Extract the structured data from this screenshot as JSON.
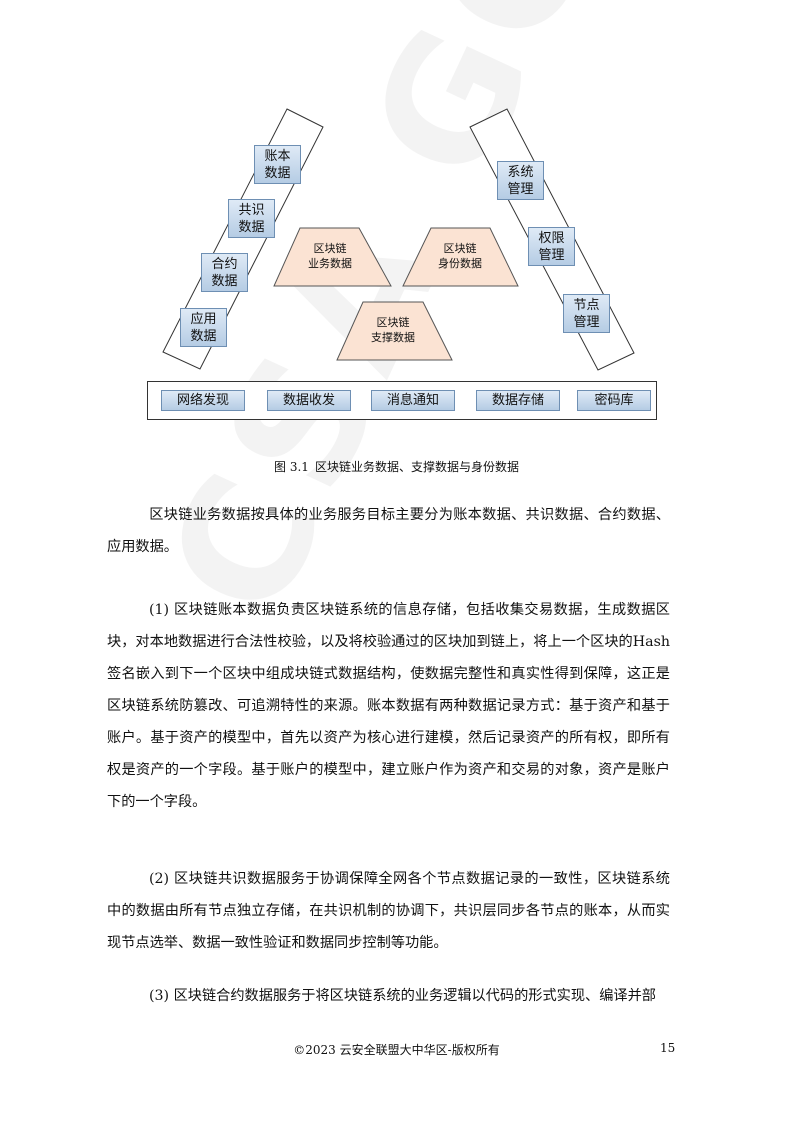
{
  "watermark": "CSA GCR",
  "diagram": {
    "left_group": [
      "账本数据",
      "共识数据",
      "合约数据",
      "应用数据"
    ],
    "right_group": [
      "系统管理",
      "权限管理",
      "节点管理"
    ],
    "center": [
      {
        "line1": "区块链",
        "line2": "业务数据"
      },
      {
        "line1": "区块链",
        "line2": "身份数据"
      },
      {
        "line1": "区块链",
        "line2": "支撑数据"
      }
    ],
    "bottom_bar": [
      "网络发现",
      "数据收发",
      "消息通知",
      "数据存储",
      "密码库"
    ]
  },
  "caption": {
    "number": "图 3.1",
    "text": "区块链业务数据、支撑数据与身份数据"
  },
  "paragraphs": [
    "区块链业务数据按具体的业务服务目标主要分为账本数据、共识数据、合约数据、应用数据。",
    "(1) 区块链账本数据负责区块链系统的信息存储，包括收集交易数据，生成数据区块，对本地数据进行合法性校验，以及将校验通过的区块加到链上，将上一个区块的Hash 签名嵌入到下一个区块中组成块链式数据结构，使数据完整性和真实性得到保障，这正是区块链系统防篡改、可追溯特性的来源。账本数据有两种数据记录方式：基于资产和基于账户。基于资产的模型中，首先以资产为核心进行建模，然后记录资产的所有权，即所有权是资产的一个字段。基于账户的模型中，建立账户作为资产和交易的对象，资产是账户下的一个字段。",
    "(2) 区块链共识数据服务于协调保障全网各个节点数据记录的一致性，区块链系统中的数据由所有节点独立存储，在共识机制的协调下，共识层同步各节点的账本，从而实现节点选举、数据一致性验证和数据同步控制等功能。",
    "(3) 区块链合约数据服务于将区块链系统的业务逻辑以代码的形式实现、编译并部"
  ],
  "footer": {
    "copyright": "©2023 云安全联盟大中华区-版权所有",
    "page_number": "15"
  }
}
